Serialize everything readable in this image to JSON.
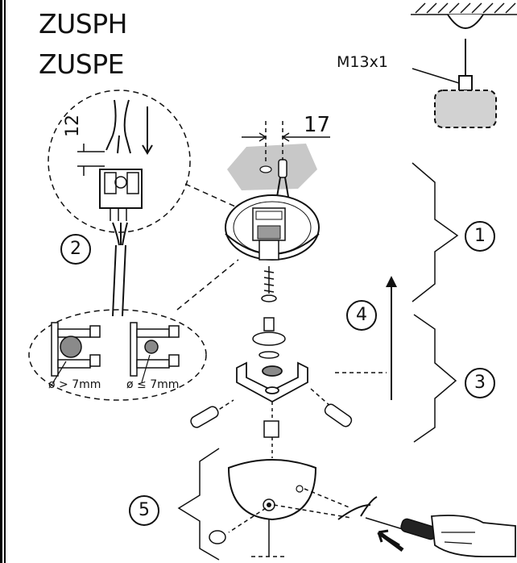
{
  "models": [
    "ZUSPH",
    "ZUSPE"
  ],
  "labels": {
    "thread": "M13x1",
    "dim_17": "17",
    "dim_12": "12",
    "diameter_large": "ø > 7mm",
    "diameter_small": "ø ≤ 7mm"
  },
  "steps": [
    "1",
    "2",
    "3",
    "4",
    "5"
  ],
  "colors": {
    "line": "#111111",
    "shade": "#cfcfcf",
    "shade_dark": "#9a9a9a"
  }
}
